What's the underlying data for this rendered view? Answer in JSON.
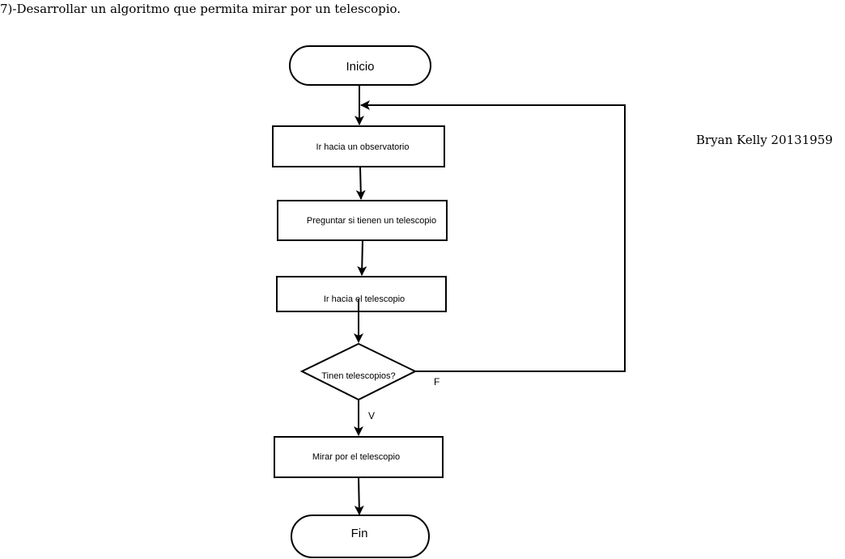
{
  "document": {
    "heading": "7)-Desarrollar un algoritmo que permita mirar por un telescopio.",
    "author": "Bryan Kelly 20131959"
  },
  "flowchart": {
    "start": "Inicio",
    "steps": [
      "Ir hacia un observatorio",
      "Preguntar si tienen un telescopio",
      "Ir hacia el telescopio"
    ],
    "decision": "Tinen telescopios?",
    "false_label": "F",
    "true_label": "V",
    "action": "Mirar por el telescopio",
    "end": "Fin"
  }
}
